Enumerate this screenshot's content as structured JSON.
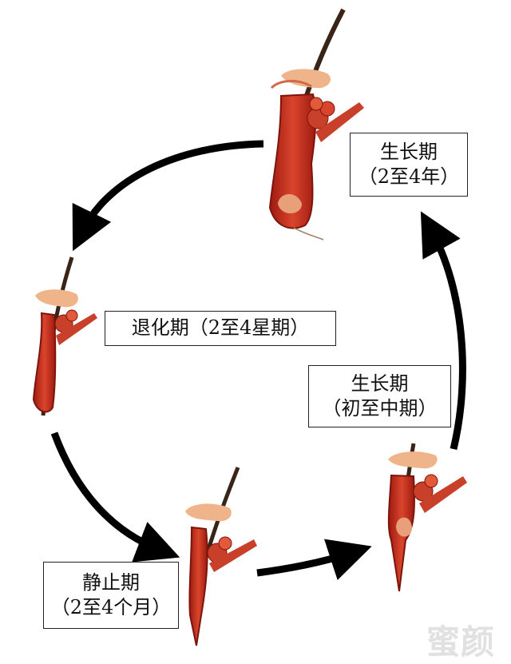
{
  "stages": {
    "anagen": {
      "title": "生长期",
      "duration": "（2至4年）"
    },
    "catagen": {
      "label": "退化期（2至4星期）"
    },
    "early_anagen": {
      "title": "生长期",
      "duration": "（初至中期）"
    },
    "telogen": {
      "title": "静止期",
      "duration": "（2至4个月）"
    }
  },
  "watermark": "蜜颜",
  "colors": {
    "arrow": "#000000",
    "follicle": "#b81e12",
    "follicle_light": "#d9452c",
    "hair": "#3a2418",
    "gland": "#c8402a",
    "bulge": "#f0b48a"
  }
}
